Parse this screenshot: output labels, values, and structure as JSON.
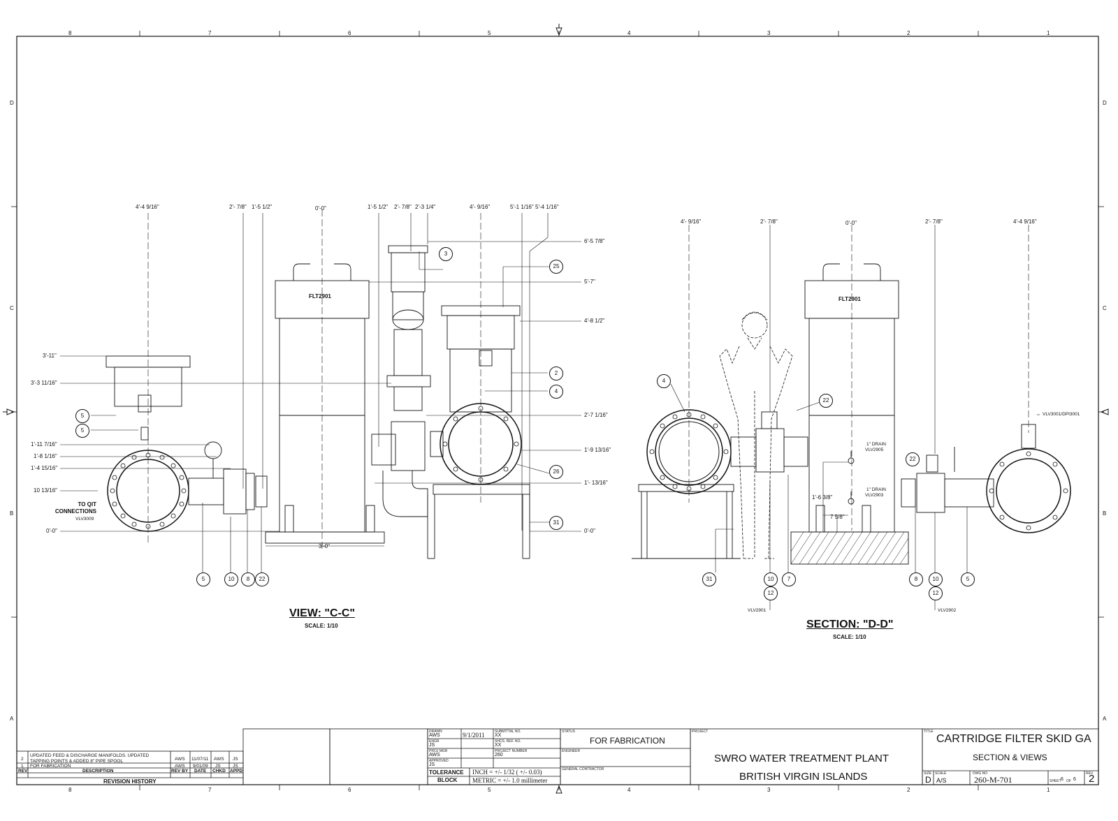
{
  "zones": {
    "columns": [
      "8",
      "7",
      "6",
      "5",
      "4",
      "3",
      "2",
      "1"
    ],
    "rows": [
      "D",
      "C",
      "B",
      "A"
    ]
  },
  "view_cc": {
    "title": "VIEW: \"C-C\"",
    "scale": "SCALE: 1/10",
    "tag": "FLT2901",
    "top_dims": [
      "4'-4 9/16\"",
      "2'- 7/8\"",
      "1'-5 1/2\"",
      "0'-0\"",
      "1'-5 1/2\"",
      "2'- 7/8\"",
      "2'-3 1/4\"",
      "4'- 9/16\"",
      "5'-1 1/16\"",
      "5'-4 1/16\""
    ],
    "left_dims": [
      "3'-11\"",
      "3'-3 11/16\"",
      "1'-11 7/16\"",
      "1'-8 1/16\"",
      "1'-4 15/16\"",
      "10 13/16\"",
      "0'-0\""
    ],
    "right_dims": [
      "6'-5 7/8\"",
      "5'-7\"",
      "4'-8 1/2\"",
      "2'-7 1/16\"",
      "1'-9 13/16\"",
      "1'- 13/16\"",
      "0'-0\""
    ],
    "bottom_dim": "3'-0\"",
    "connections_label": "TO QIT CONNECTIONS",
    "connections_valve": "VLV3009",
    "bubbles_left": [
      "5",
      "5"
    ],
    "bubbles_right": [
      "3",
      "25",
      "2",
      "4",
      "26",
      "31"
    ],
    "bubbles_bottom": [
      "5",
      "10",
      "8",
      "22"
    ]
  },
  "section_dd": {
    "title": "SECTION: \"D-D\"",
    "scale": "SCALE: 1/10",
    "tag": "FLT2901",
    "top_dims": [
      "4'- 9/16\"",
      "2'- 7/8\"",
      "0'-0\"",
      "2'- 7/8\"",
      "4'-4 9/16\""
    ],
    "drain1_label": "1\" DRAIN",
    "drain1_valve": "VLV2905",
    "drain2_label": "1\" DRAIN",
    "drain2_valve": "VLV2903",
    "dim_a": "1'-6 3/8\"",
    "dim_b": "7 5/8\"",
    "right_valve": "VLV3001/DPI3001",
    "bubble_4": "4",
    "bubble_22a": "22",
    "bubble_22b": "22",
    "bubbles_bottom": [
      "31",
      "10",
      "7",
      "8",
      "10",
      "5"
    ],
    "bubble_12a": "12",
    "bubble_12b": "12",
    "valve_2901": "VLV2901",
    "valve_2902": "VLV2902"
  },
  "revision_history": {
    "rows": [
      {
        "rev": "2",
        "desc1": "UPDATED FEED & DISCHARGE MANIFOLDS. UPDATED",
        "desc2": "TAPPING POINTS & ADDED 8\" PIPE SPOOL",
        "by": "AWS",
        "date": "11/07/11",
        "chkd": "AWS",
        "appd": "JS"
      },
      {
        "rev": "1",
        "desc1": "FOR FABRICATION",
        "desc2": "",
        "by": "AWS",
        "date": "9/01/09",
        "chkd": "JS",
        "appd": "JS"
      }
    ],
    "headers": {
      "rev": "REV",
      "desc": "DESCRIPTION",
      "by": "REV BY",
      "date": "DATE",
      "chkd": "CHKD",
      "appd": "APPD"
    },
    "title": "REVISION HISTORY"
  },
  "title_block": {
    "drawn_label": "DRAWN",
    "drawn": "AWS",
    "engr_label": "ENGR",
    "engr": "JS",
    "projmgr_label": "PROJ MGR",
    "projmgr": "AWS",
    "approved_label": "APPROVED",
    "approved": "JS",
    "date": "9/1/2011",
    "submittal_label": "SUBMITTAL NO.",
    "submittal": "XX",
    "shcs_label": "SHCS. REF. NO.",
    "shcs": "XX",
    "projnum_label": "PROJECT NUMBER",
    "projnum": "260",
    "tolerance_label1": "TOLERANCE",
    "tolerance_label2": "BLOCK",
    "tol_inch": "INCH = +/- 1/32 ( +/- 0.03)",
    "tol_metric": "METRIC = +/- 1.0 millimeter",
    "status_label": "STATUS",
    "status": "FOR FABRICATION",
    "engineer_label": "ENGINEER",
    "gc_label": "GENERAL CONTRACTOR",
    "project_label": "PROJECT",
    "project_line1": "SWRO WATER TREATMENT PLANT",
    "project_line2": "BRITISH VIRGIN ISLANDS",
    "title_label": "TITLE",
    "title1": "CARTRIDGE FILTER SKID GA",
    "title2": "SECTION & VIEWS",
    "size_label": "SIZE",
    "size": "D",
    "scale_label": "SCALE",
    "scale": "A/S",
    "dwg_label": "DWG NO",
    "dwg": "260-M-701",
    "sheet_label": "SHEET",
    "sheet": "6",
    "of_label": "OF",
    "sheets": "6",
    "rev_label": "REV",
    "rev": "2"
  }
}
